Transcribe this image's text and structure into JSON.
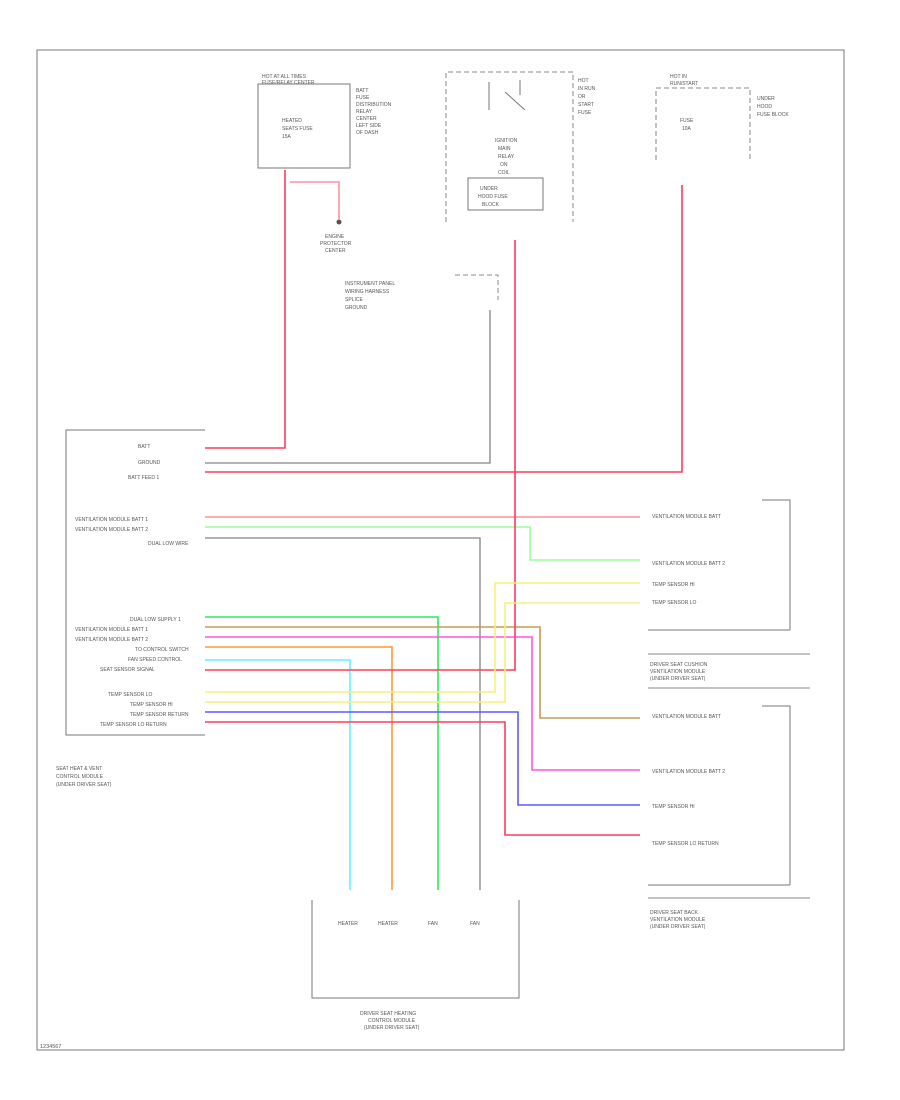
{
  "diagram": {
    "footer_code": "1234567",
    "module": {
      "caption": [
        "SEAT HEAT & VENT",
        "CONTROL MODULE",
        "(UNDER DRIVER SEAT)"
      ],
      "pins_top": [
        "BATT",
        "GROUND",
        "BATT FEED 1"
      ],
      "pins_mid": [
        "VENTILATION MODULE BATT 1",
        "VENTILATION MODULE BATT 2",
        "DUAL LOW WIRE"
      ],
      "pins_low": [
        "DUAL LOW SUPPLY 1",
        "VENTILATION MODULE BATT 1",
        "VENTILATION MODULE BATT 2",
        "TO CONTROL SWITCH",
        "FAN SPEED CONTROL",
        "SEAT SENSOR SIGNAL",
        "TEMP SENSOR LO",
        "TEMP SENSOR HI",
        "TEMP SENSOR RETURN",
        "TEMP SENSOR LO RETURN"
      ]
    },
    "top_left_box": {
      "title": [
        "HOT AT ALL TIMES",
        "FUSE/RELAY CENTER"
      ],
      "inner": [
        "HEATED",
        "SEATS FUSE",
        "15A"
      ],
      "side": [
        "BATT",
        "FUSE",
        "DISTRIBUTION",
        "RELAY",
        "CENTER",
        "LEFT SIDE",
        "OF DASH"
      ],
      "ground": [
        "ENGINE",
        "PROTECTOR",
        "CENTER"
      ]
    },
    "top_center_box": {
      "inner": [
        "IGNITION",
        "MAIN",
        "RELAY",
        "ON",
        "COIL"
      ],
      "side": [
        "HOT",
        "IN RUN",
        "OR",
        "START",
        "FUSE"
      ],
      "bottom": [
        "UNDER",
        "HOOD FUSE",
        "BLOCK"
      ]
    },
    "top_right_box": {
      "title": [
        "HOT IN",
        "RUN/START"
      ],
      "inner": [
        "FUSE",
        "10A"
      ],
      "side": [
        "UNDER",
        "HOOD",
        "FUSE BLOCK"
      ]
    },
    "mid_splice": [
      "INSTRUMENT PANEL",
      "WIRING HARNESS",
      "SPLICE",
      "GROUND"
    ],
    "connector_labels_right": [
      "VENTILATION MODULE BATT",
      "VENTILATION MODULE BATT 2",
      "TEMP SENSOR HI",
      "TEMP SENSOR LO",
      "VENTILATION MODULE BATT",
      "VENTILATION MODULE BATT 2",
      "TEMP SENSOR HI",
      "TEMP SENSOR LO RETURN"
    ],
    "right_top_caption": [
      "DRIVER SEAT CUSHION",
      "VENTILATION MODULE",
      "(UNDER DRIVER SEAT)"
    ],
    "right_bottom_caption": [
      "DRIVER SEAT BACK",
      "VENTILATION MODULE",
      "(UNDER DRIVER SEAT)"
    ],
    "bottom_module_caption": [
      "DRIVER SEAT HEATING",
      "CONTROL MODULE",
      "(UNDER DRIVER SEAT)"
    ],
    "bottom_pins": [
      "HEATER",
      "HEATER",
      "FAN",
      "FAN"
    ],
    "wire_colors": {
      "red": "#ff3b5c",
      "pink": "#ff8fa0",
      "green": "#2ee85a",
      "lightgreen": "#9cff9c",
      "yellow": "#f5f07a",
      "orange": "#ff9933",
      "magenta": "#ff55dd",
      "cyan": "#66f0ff",
      "blue": "#5a5cff",
      "brown": "#c89b50",
      "gray": "#999999"
    }
  }
}
